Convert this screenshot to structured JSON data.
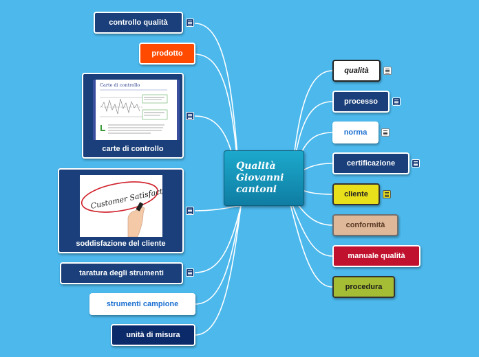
{
  "central": {
    "title": "Qualità\nGiovanni\ncantoni"
  },
  "left": {
    "controllo": "controllo qualità",
    "prodotto": "prodotto",
    "carte": "carte di controllo",
    "soddisfazione": "soddisfazione del cliente",
    "taratura": "taratura degli strumenti",
    "strumenti": "strumenti campione",
    "unita": "unità di misura"
  },
  "right": {
    "qualita": "qualità",
    "processo": "processo",
    "norma": "norma",
    "certificazione": "certificazione",
    "cliente": "cliente",
    "conformita": "conformità",
    "manuale": "manuale qualità",
    "procedura": "procedura"
  },
  "images": {
    "carte_thumb_title": "Carte di controllo",
    "satisfaction_text": "Customer Satisfaction"
  },
  "colors": {
    "background": "#4cb8ec",
    "dark_node": "#1a3f7a",
    "link": "#ffffff"
  },
  "icons": {
    "note": "note-icon"
  }
}
